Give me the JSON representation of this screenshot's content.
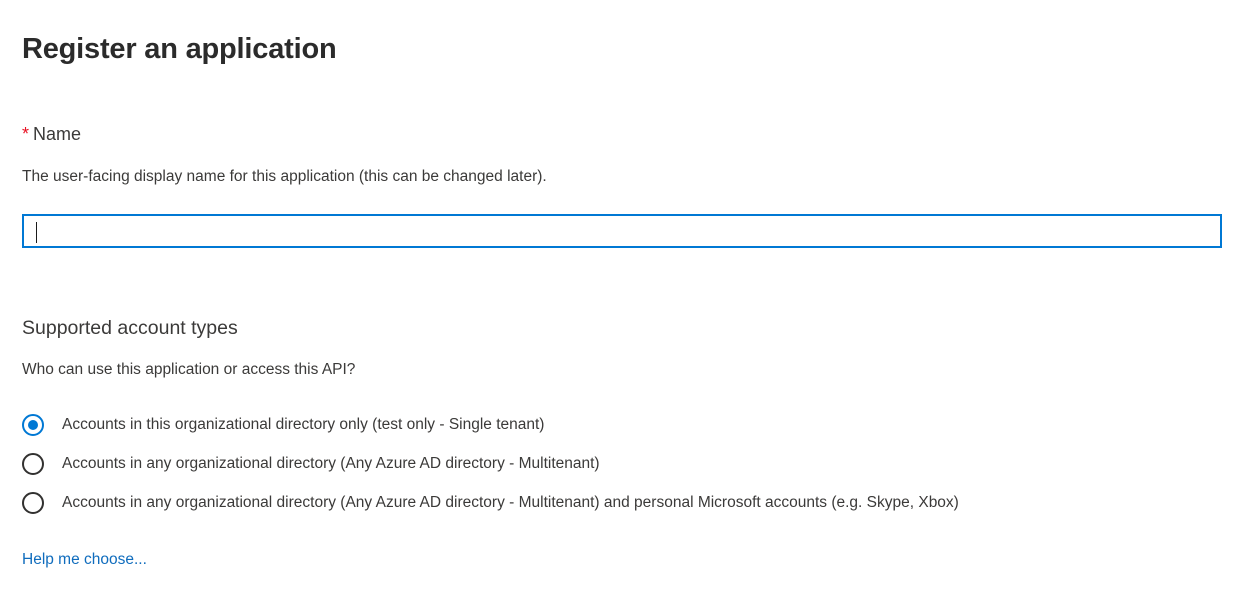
{
  "page": {
    "title": "Register an application",
    "accent_color": "#0078d4",
    "link_color": "#0f6cbd",
    "required_color": "#e81123",
    "text_color": "#3b3a39"
  },
  "name_field": {
    "required_marker": "*",
    "label": "Name",
    "description": "The user-facing display name for this application (this can be changed later).",
    "value": "",
    "placeholder": "",
    "focused": true
  },
  "supported_account_types": {
    "heading": "Supported account types",
    "description": "Who can use this application or access this API?",
    "selected_index": 0,
    "options": [
      {
        "label": "Accounts in this organizational directory only (test only - Single tenant)",
        "checked": true
      },
      {
        "label": "Accounts in any organizational directory (Any Azure AD directory - Multitenant)",
        "checked": false
      },
      {
        "label": "Accounts in any organizational directory (Any Azure AD directory - Multitenant) and personal Microsoft accounts (e.g. Skype, Xbox)",
        "checked": false
      }
    ]
  },
  "help_link": {
    "label": "Help me choose..."
  }
}
